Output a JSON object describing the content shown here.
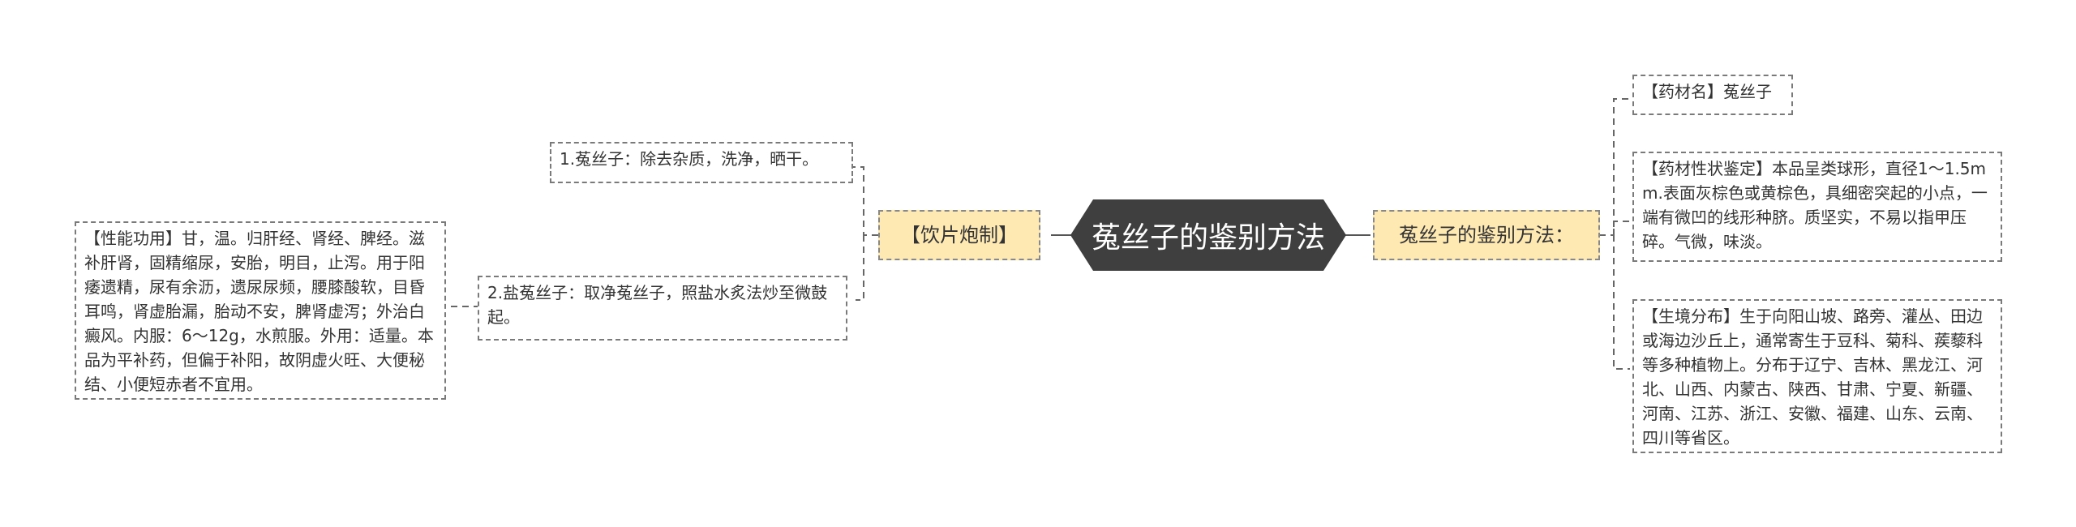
{
  "root": {
    "label": "菟丝子的鉴别方法"
  },
  "left_branch": {
    "label": "【饮片炮制】",
    "items": [
      {
        "text": "1.菟丝子：除去杂质，洗净，晒干。"
      },
      {
        "text": "2.盐菟丝子：取净菟丝子，照盐水炙法炒至微鼓起。"
      }
    ],
    "sub_item": {
      "text": "【性能功用】甘，温。归肝经、肾经、脾经。滋补肝肾，固精缩尿，安胎，明目，止泻。用于阳痿遗精，尿有余沥，遗尿尿频，腰膝酸软，目昏耳鸣，肾虚胎漏，胎动不安，脾肾虚泻；外治白癜风。内服：6～12g，水煎服。外用：适量。本品为平补药，但偏于补阳，故阴虚火旺、大便秘结、小便短赤者不宜用。"
    }
  },
  "right_branch": {
    "label": "菟丝子的鉴别方法：",
    "items": [
      {
        "text": "【药材名】菟丝子"
      },
      {
        "text": "【药材性状鉴定】本品呈类球形，直径1～1.5mm.表面灰棕色或黄棕色，具细密突起的小点，一端有微凹的线形种脐。质坚实，不易以指甲压碎。气微，味淡。"
      },
      {
        "text": "【生境分布】生于向阳山坡、路旁、灌丛、田边或海边沙丘上，通常寄生于豆科、菊科、蒺藜科等多种植物上。分布于辽宁、吉林、黑龙江、河北、山西、内蒙古、陕西、甘肃、宁夏、新疆、河南、江苏、浙江、安徽、福建、山东、云南、四川等省区。"
      }
    ]
  },
  "colors": {
    "root_bg": "#3f3f3f",
    "root_text": "#ffffff",
    "branch_bg": "#ffe9b3",
    "leaf_border": "#7a7a7a",
    "connector": "#555555"
  }
}
